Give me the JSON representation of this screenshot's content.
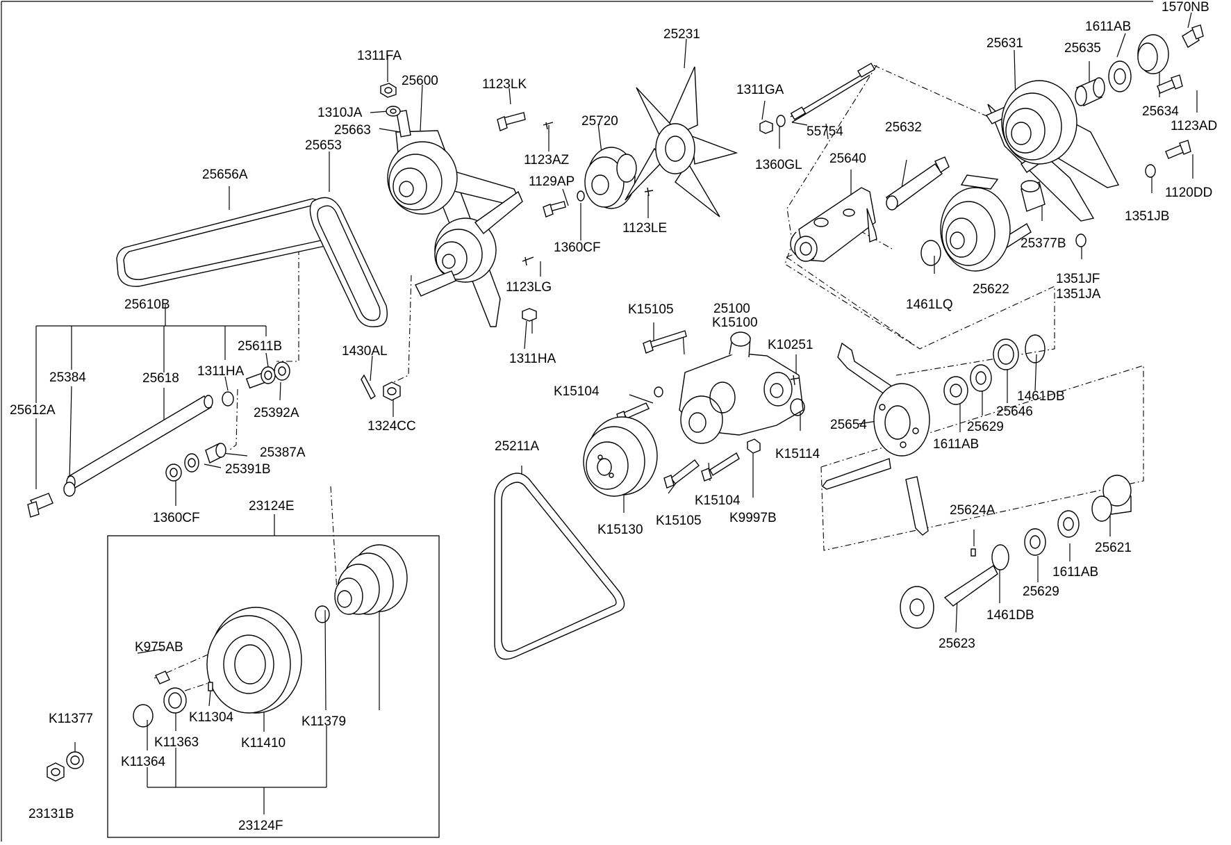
{
  "labels": [
    "1570NB",
    "1611AB",
    "25631",
    "25635",
    "25634",
    "1123AD",
    "1120DD",
    "1351JB",
    "25377B",
    "1351JF",
    "1351JA",
    "1461LQ",
    "25622",
    "25640",
    "25632",
    "55754",
    "1360GL",
    "1311GA",
    "25231",
    "25720",
    "1123LK",
    "1123AZ",
    "1129AP",
    "1123LE",
    "1360CF",
    "1123LG",
    "1311HA",
    "1311FA",
    "1310JA",
    "25600",
    "25663",
    "25653",
    "25656A",
    "25610B",
    "25611B",
    "25384",
    "25618",
    "1311HA",
    "25612A",
    "25392A",
    "25387A",
    "25391B",
    "1360CF",
    "1430AL",
    "1324CC",
    "K15105",
    "25100",
    "K15100",
    "K10251",
    "K15104",
    "K15114",
    "K15104",
    "K15105",
    "K9997B",
    "K15130",
    "25211A",
    "25654",
    "1611AB",
    "25629",
    "25646",
    "1461DB",
    "25624A",
    "25621",
    "1611AB",
    "25629",
    "1461DB",
    "25623",
    "23124E",
    "K975AB",
    "K11304",
    "K11363",
    "K11364",
    "K11410",
    "K11379",
    "23124F",
    "K11377",
    "23131B"
  ]
}
